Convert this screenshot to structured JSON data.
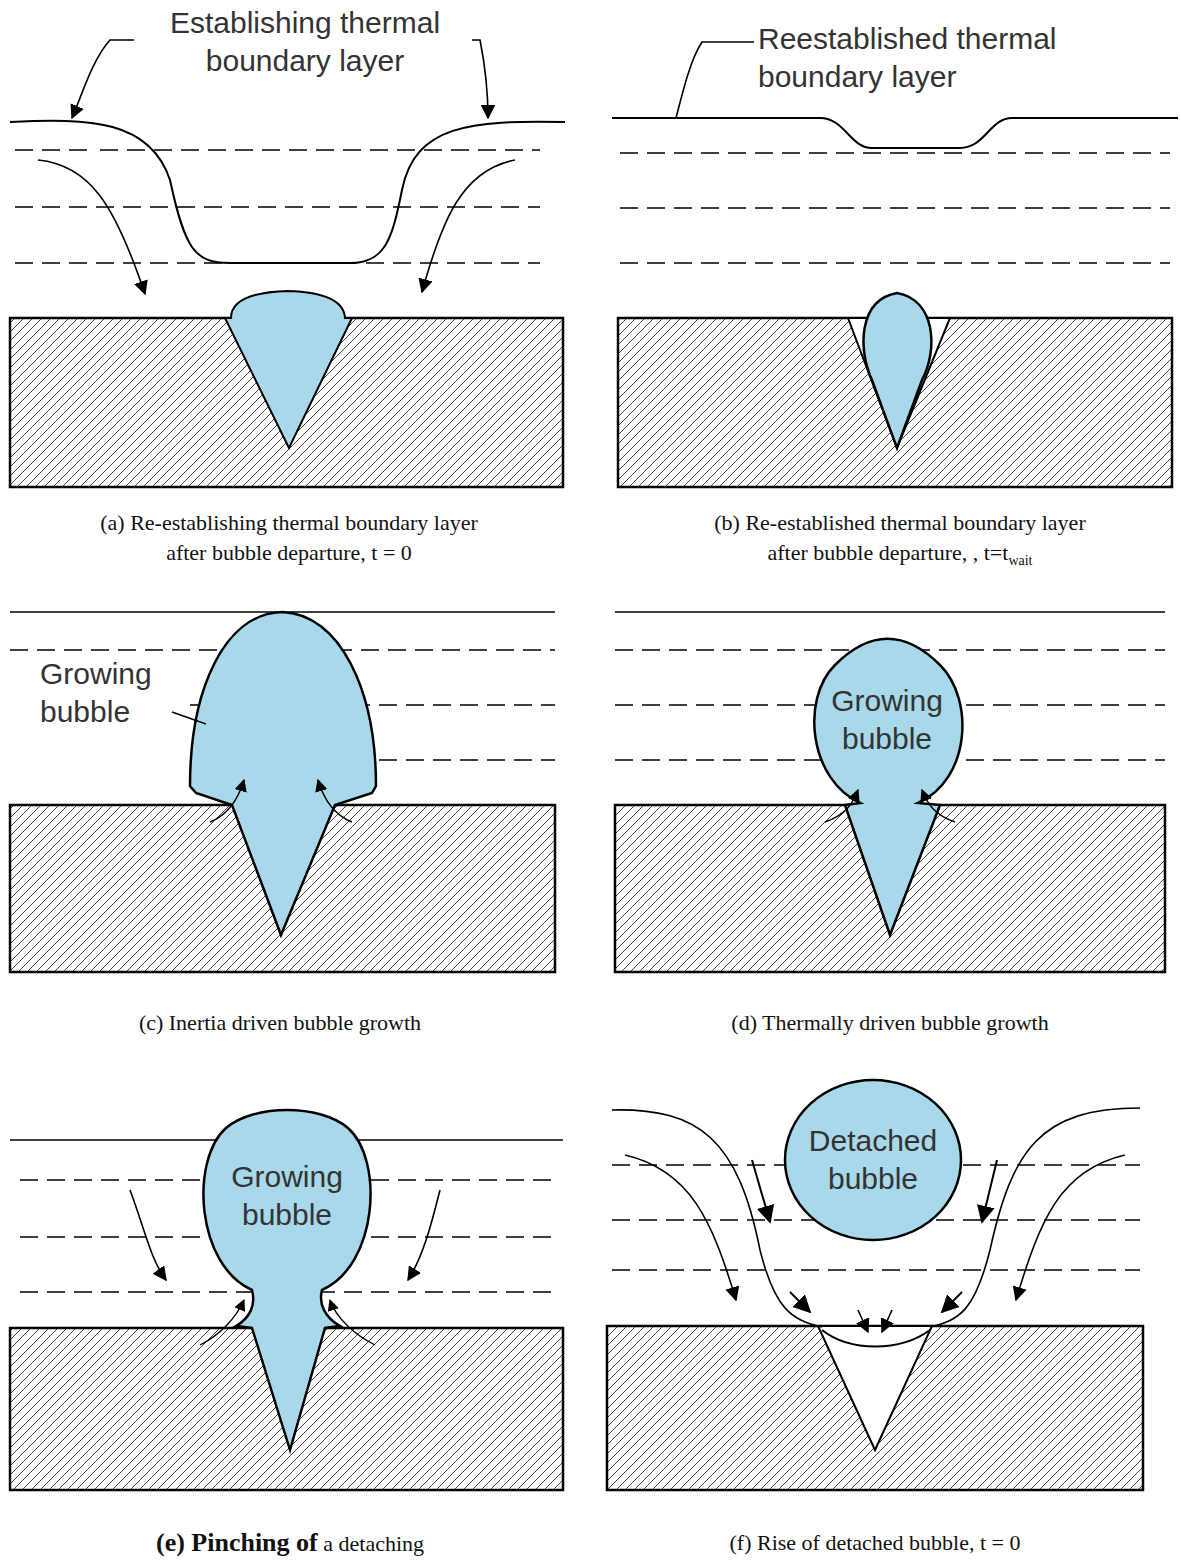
{
  "diagram": {
    "labels": [
      "Establishing thermal boundary layer",
      "Reestablished thermal boundary layer",
      "(a) Re-establishing thermal boundary layer after bubble departure, t = 0",
      "(b) Re-established thermal boundary layer after bubble departure, , t=t",
      "wait",
      "Growing bubble",
      "(c) Inertia driven bubble growth",
      "Growing bubble",
      "(d) Thermally driven bubble growth",
      "Growing bubble",
      "(e) Pinching of",
      "a detaching",
      "Detached bubble",
      "(f) Rise of detached bubble, t = 0"
    ]
  }
}
